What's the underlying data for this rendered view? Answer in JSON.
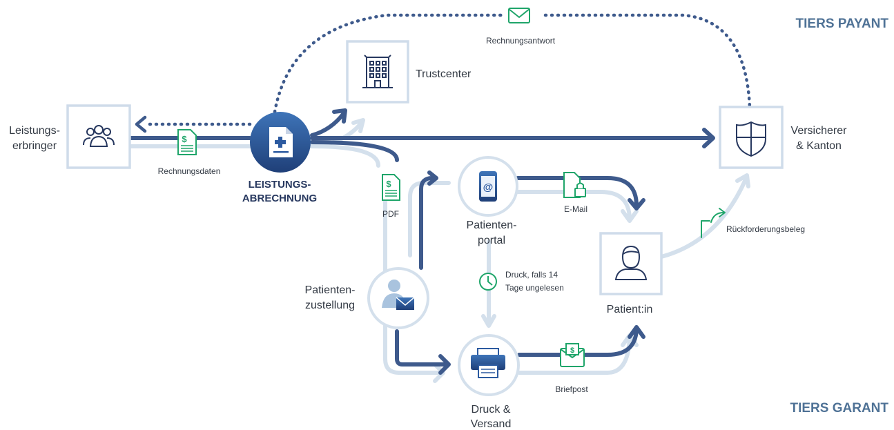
{
  "corners": {
    "top_right": "TIERS PAYANT",
    "bottom_right": "TIERS GARANT"
  },
  "nodes": {
    "leistungserbringer": {
      "line1": "Leistungs-",
      "line2": "erbringer",
      "icon": "group-icon"
    },
    "leistungsabrechnung": {
      "line1": "LEISTUNGS-",
      "line2": "ABRECHNUNG",
      "icon": "medical-document-icon"
    },
    "trustcenter": {
      "label": "Trustcenter",
      "icon": "building-icon"
    },
    "versicherer": {
      "line1": "Versicherer",
      "line2": "& Kanton",
      "icon": "shield-icon"
    },
    "patientenportal": {
      "line1": "Patienten-",
      "line2": "portal",
      "icon": "smartphone-at-icon"
    },
    "patientenzustellung": {
      "line1": "Patienten-",
      "line2": "zustellung",
      "icon": "person-mail-icon"
    },
    "patientin": {
      "label": "Patient:in",
      "icon": "person-icon"
    },
    "druck_versand": {
      "line1": "Druck &",
      "line2": "Versand",
      "icon": "printer-icon"
    }
  },
  "edge_labels": {
    "rechnungsantwort": "Rechnungsantwort",
    "rechnungsdaten": "Rechnungsdaten",
    "pdf": "PDF",
    "email": "E-Mail",
    "rueckforderungsbeleg": "Rückforderungsbeleg",
    "druck_line1": "Druck, falls 14",
    "druck_line2": "Tage ungelesen",
    "briefpost": "Briefpost"
  },
  "colors": {
    "dark_blue": "#3e5a8c",
    "light_blue": "#d4e0ec",
    "green": "#1fa56a",
    "box_border": "#cfdcea",
    "corner_text": "#4f7296"
  }
}
